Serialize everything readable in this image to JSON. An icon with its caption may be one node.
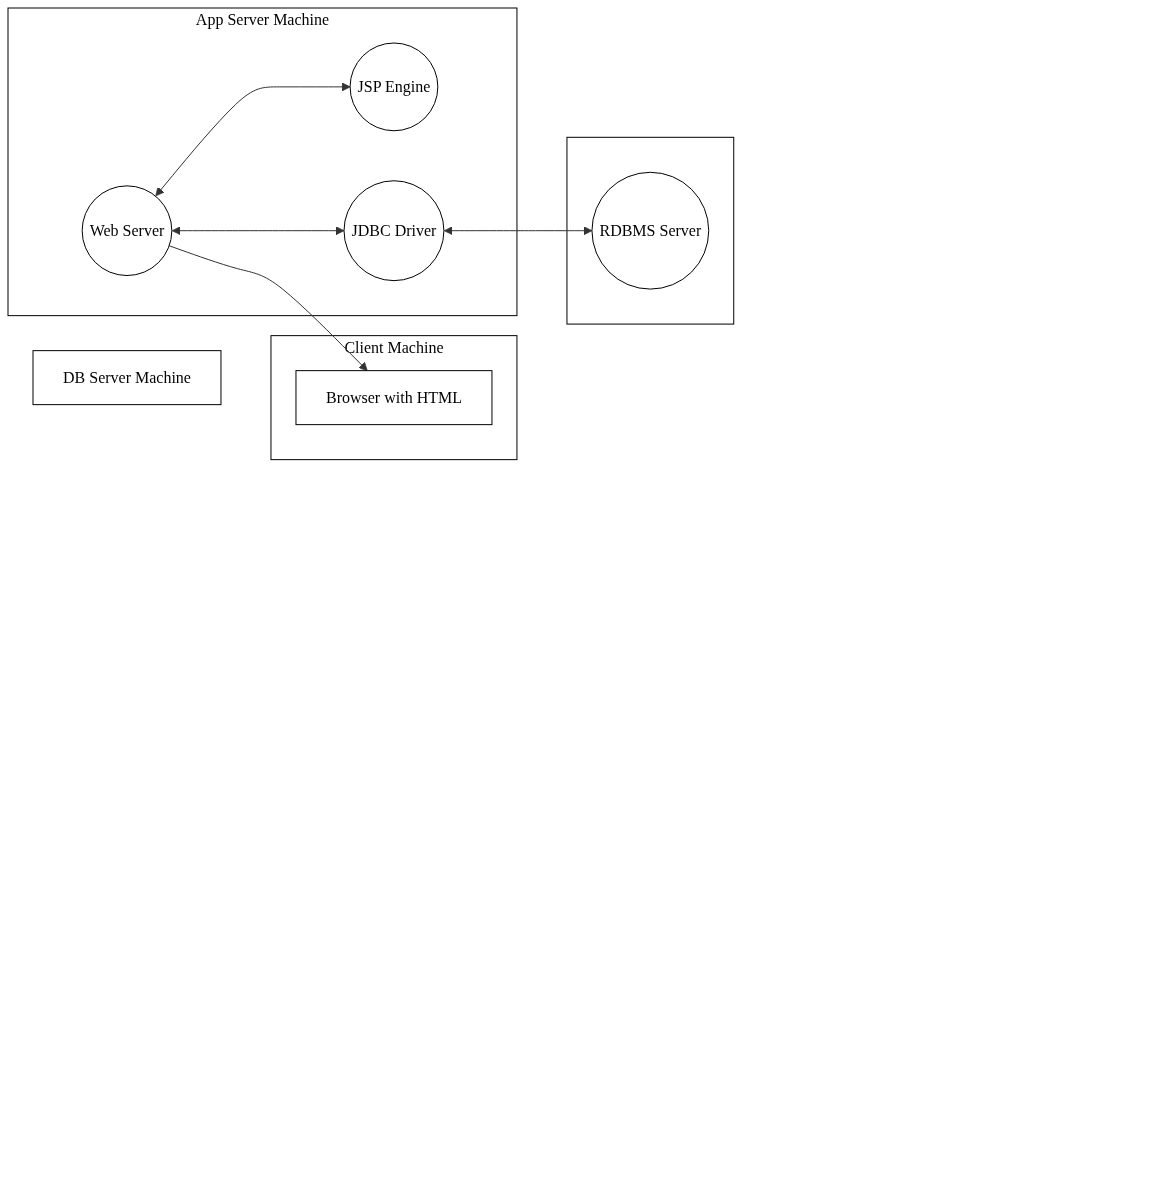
{
  "diagram": {
    "nodes": [
      {
        "text": [
          "Client Machine"
        ]
      },
      {
        "text": [
          "Browser with HTML"
        ],
        "in": 0
      },
      {
        "text": [
          "App Server Machine"
        ]
      },
      {
        "text": [
          "Web Server"
        ],
        "in": 2
      },
      {
        "text": [
          "JSP Engine"
        ],
        "in": 2
      },
      {
        "text": [
          "JDBC Driver"
        ],
        "in": 2
      },
      {
        "text": [
          "DB Server Machine"
        ]
      },
      {
        "text": [],
        "shape": "box"
      },
      {
        "text": [
          "RDBMS Server"
        ],
        "in": 7
      }
    ],
    "edges": [
      {
        "from": 3,
        "to": 1,
        "arrow": "to"
      },
      {
        "from": 3,
        "to": 5,
        "arrow": "both"
      },
      {
        "from": 3,
        "to": 4,
        "arrow": "both"
      },
      {
        "from": 5,
        "to": 8,
        "arrow": "both"
      }
    ]
  }
}
